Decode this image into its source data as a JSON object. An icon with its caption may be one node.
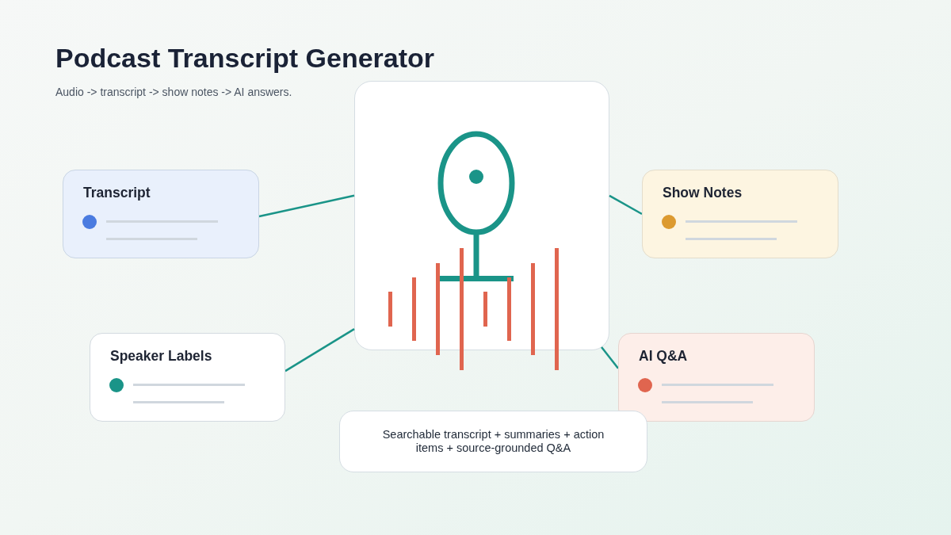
{
  "diagram": {
    "title": "Podcast Transcript Generator",
    "nodes": [
      {
        "text": [],
        "shape": "box"
      },
      {
        "text": [
          "Transcript"
        ]
      },
      {
        "text": [
          "Show Notes"
        ]
      },
      {
        "text": [
          "Speaker Labels"
        ]
      },
      {
        "text": [
          "AI Q&A"
        ]
      },
      {
        "text": [
          "Searchable transcript + summaries + action items + source-grounded Q&A"
        ]
      }
    ],
    "edges": [
      {
        "from": 0,
        "to": 1,
        "arrow": "none"
      },
      {
        "from": 0,
        "to": 2,
        "arrow": "none"
      },
      {
        "from": 0,
        "to": 3,
        "arrow": "none"
      },
      {
        "from": 0,
        "to": 4,
        "arrow": "none"
      }
    ],
    "labels": [
      "Audio -> transcript -> show notes -> AI answers."
    ]
  }
}
